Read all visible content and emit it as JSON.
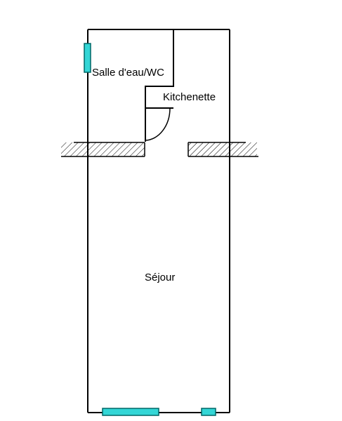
{
  "plan": {
    "rooms": [
      {
        "id": "salle-eau",
        "label": "Salle d'eau/WC"
      },
      {
        "id": "kitchenette",
        "label": "Kitchenette"
      },
      {
        "id": "sejour",
        "label": "Séjour"
      }
    ],
    "colors": {
      "wall": "#000000",
      "window_fill": "#33d6d6",
      "window_stroke": "#006666",
      "background": "#ffffff"
    }
  }
}
